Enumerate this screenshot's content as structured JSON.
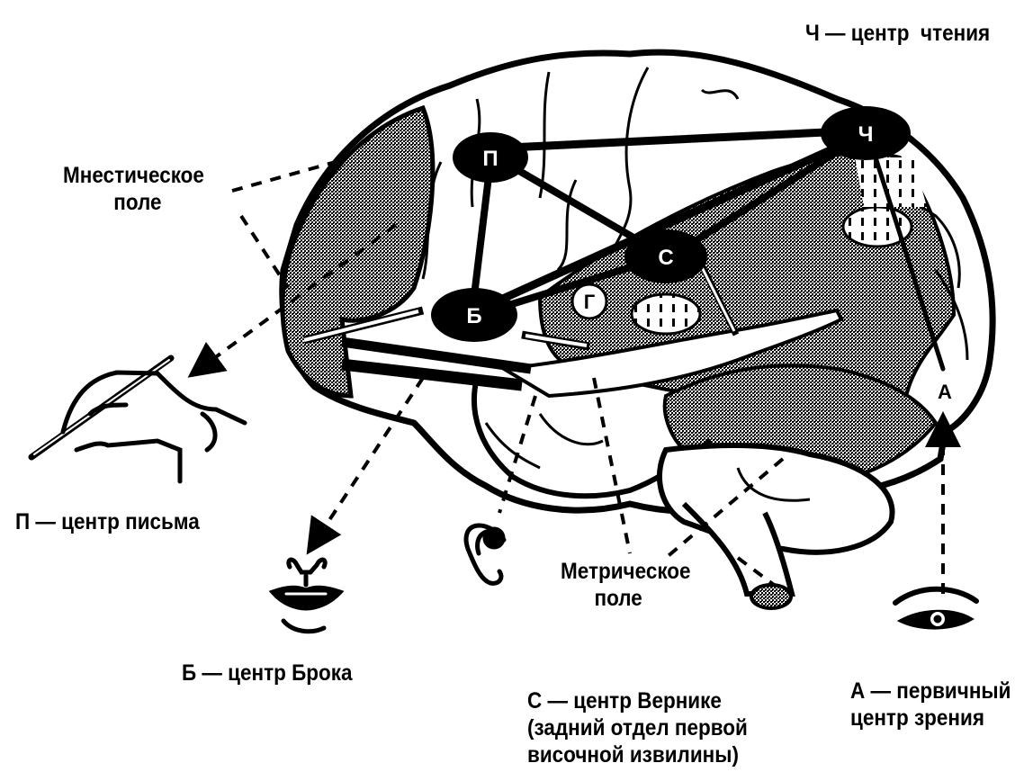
{
  "diagram": {
    "type": "brain-speech-centers",
    "colors": {
      "ink": "#000000",
      "paper": "#ffffff",
      "shade": "#6e6e6e"
    },
    "nodes": [
      {
        "id": "P",
        "letter": "П"
      },
      {
        "id": "CH",
        "letter": "Ч"
      },
      {
        "id": "S",
        "letter": "С"
      },
      {
        "id": "B",
        "letter": "Б"
      },
      {
        "id": "G",
        "letter": "Г"
      },
      {
        "id": "A",
        "letter": "А"
      }
    ],
    "connections": [
      [
        "П",
        "Ч"
      ],
      [
        "П",
        "Б"
      ],
      [
        "П",
        "С"
      ],
      [
        "Б",
        "Ч"
      ],
      [
        "Б",
        "С"
      ],
      [
        "С",
        "Ч"
      ]
    ],
    "icons": [
      "writing-hand",
      "mouth",
      "ear",
      "eye"
    ]
  },
  "labels": {
    "reading_center": "Ч — центр  чтения",
    "mnestic_field": "Мнестическое\n         поле",
    "writing_center": "П — центр письма",
    "broca_center": "Б — центр Брока",
    "metric_field": "Метрическое\n      поле",
    "wernicke_center": "С — центр Вернике\n(задний отдел первой\nвисочной извилины)",
    "visual_center": "А — первичный\nцентр зрения"
  }
}
